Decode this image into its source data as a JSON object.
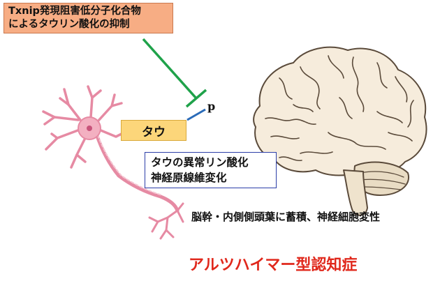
{
  "inhibitor": {
    "line1": "Txnip発現阻害低分子化合物",
    "line2": "によるタウリン酸化の抑制"
  },
  "tau_label": "タウ",
  "phospho_label": "p",
  "pathology": {
    "line1": "タウの異常リン酸化",
    "line2": "神経原線維変化"
  },
  "deposit_text": "脳幹・内側側頭葉に蓄積、神経細胞変性",
  "disease_title": "アルツハイマー型認知症",
  "colors": {
    "inhibitor_fill": "#f7ad84",
    "tau_fill": "#fcd67a",
    "inhibition_line": "#1fa24a",
    "phospho_line": "#2a6bb8",
    "pathology_border": "#2b3ea8",
    "title_red": "#e0281c",
    "neuron_pink": "#ee9db2",
    "brain_fill": "#f6ecdc"
  }
}
